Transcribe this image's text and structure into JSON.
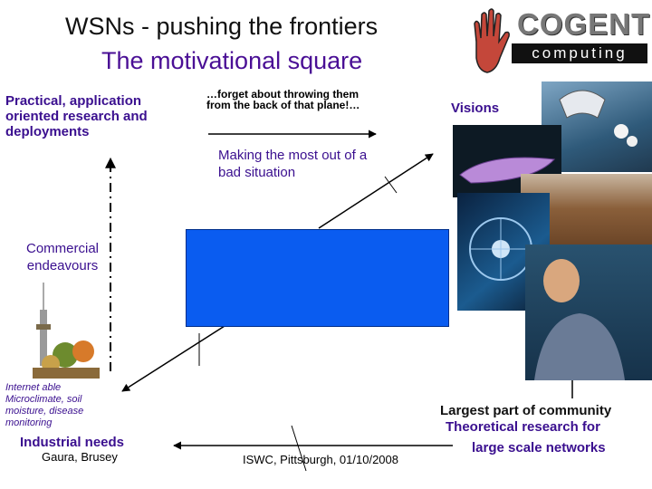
{
  "title": {
    "line1": "WSNs - pushing the frontiers",
    "line2": "The motivational square"
  },
  "logo": {
    "word": "COGENT",
    "subword": "computing"
  },
  "labels": {
    "practical": "Practical, application oriented research and deployments",
    "forget": "…forget about throwing them from the back of that plane!…",
    "making": "Making the most out of a bad situation",
    "visions": "Visions",
    "commercial": "Commercial endeavours",
    "internet": "Internet able Microclimate, soil moisture, disease monitoring",
    "industrial": "Industrial needs",
    "gaura": "Gaura, Brusey",
    "isw": "ISWC, Pittsburgh, 01/10/2008",
    "largest": "Largest part of community",
    "theoretical": "Theoretical research for",
    "scale": "large scale networks"
  },
  "colors": {
    "accent_purple": "#3a0f8f",
    "center_box": "#0a5cf0"
  }
}
